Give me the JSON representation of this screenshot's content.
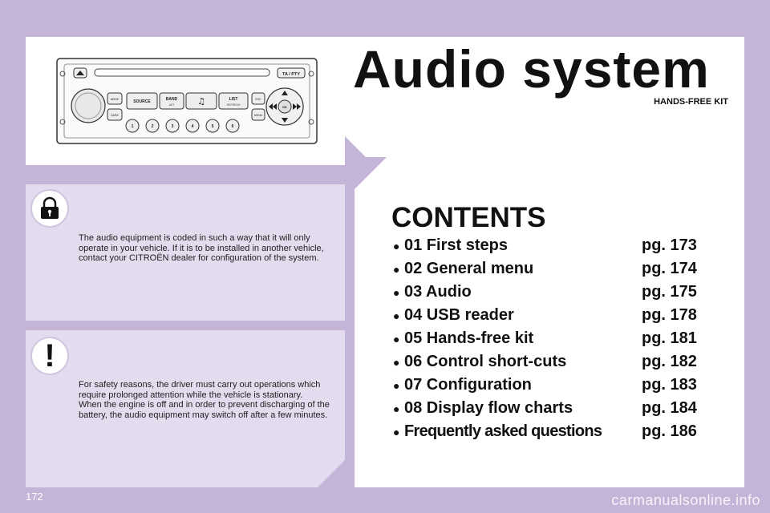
{
  "header": {
    "title": "Audio system",
    "subtitle": "HANDS-FREE KIT"
  },
  "radio": {
    "ta_pty": "TA / PTY",
    "mode": "MODE",
    "dark": "DARK",
    "source": "SOURCE",
    "band": "BAND",
    "band_sub": "AST",
    "list": "LIST",
    "list_sub": "REFRESH",
    "esc": "ESC",
    "menu": "MENU",
    "ok": "OK",
    "presets": [
      "1",
      "2",
      "3",
      "4",
      "5",
      "6"
    ]
  },
  "notes": {
    "lock": "The audio equipment is coded in such a way that it will only operate in your vehicle. If it is to be installed in another vehicle, contact your CITROËN dealer for configuration of the system.",
    "warning_line1": "For safety reasons, the driver must carry out operations which require prolonged attention while the vehicle is stationary.",
    "warning_line2": "When the engine is off and in order to prevent discharging of the battery, the audio equipment may switch off after a few minutes.",
    "warning_glyph": "!"
  },
  "contents": {
    "title": "CONTENTS",
    "items": [
      {
        "label": "01 First steps",
        "page": "pg. 173"
      },
      {
        "label": "02 General menu",
        "page": "pg. 174"
      },
      {
        "label": "03 Audio",
        "page": "pg. 175"
      },
      {
        "label": "04 USB reader",
        "page": "pg. 178"
      },
      {
        "label": "05 Hands-free kit",
        "page": "pg. 181"
      },
      {
        "label": "06 Control short-cuts",
        "page": "pg. 182"
      },
      {
        "label": "07 Configuration",
        "page": "pg. 183"
      },
      {
        "label": "08 Display flow charts",
        "page": "pg. 184"
      },
      {
        "label": "Frequently asked questions",
        "page": "pg. 186"
      }
    ],
    "bullet": "●"
  },
  "footer": {
    "page_number": "172",
    "watermark": "carmanualsonline.info"
  },
  "colors": {
    "background": "#c3b4d8",
    "note_box": "#e3dbee",
    "panel": "#ffffff"
  }
}
